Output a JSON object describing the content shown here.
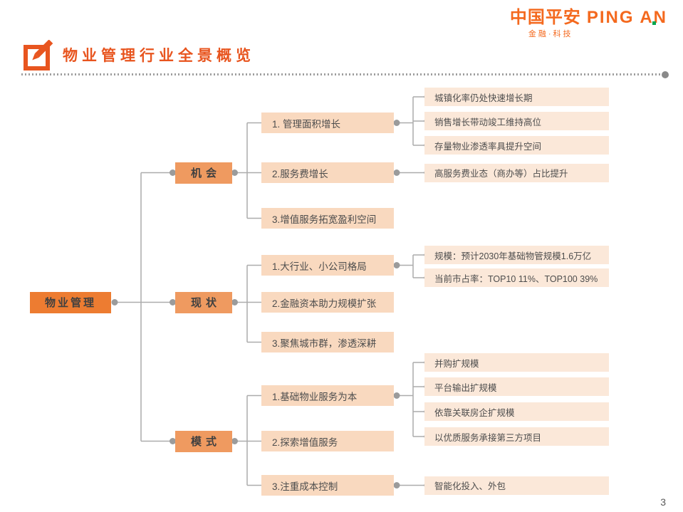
{
  "logo": {
    "zh": "中国平安",
    "en": "PING AN",
    "tagline": "金融·科技"
  },
  "header": {
    "title": "物业管理行业全景概览"
  },
  "footer": {
    "page_number": "3"
  },
  "colors": {
    "accent_orange": "#ed7c31",
    "branch_orange": "#ef9a60",
    "item_peach": "#f9d9bf",
    "leaf_peach": "#fbe8d9",
    "title_orange": "#e8551f",
    "logo_orange": "#f4691e",
    "logo_green": "#00a64f",
    "connector_gray": "#acacac",
    "text_gray": "#4d4d4d"
  },
  "tree": {
    "root_label": "物业管理",
    "branches": [
      {
        "label": "机会",
        "children": [
          {
            "label": "1. 管理面积增长",
            "leaves": [
              "城镇化率仍处快速增长期",
              "销售增长带动竣工维持高位",
              "存量物业渗透率具提升空间"
            ]
          },
          {
            "label": "2.服务费增长",
            "leaves": [
              "高服务费业态（商办等）占比提升"
            ]
          },
          {
            "label": "3.增值服务拓宽盈利空间",
            "leaves": []
          }
        ]
      },
      {
        "label": "现状",
        "children": [
          {
            "label": "1.大行业、小公司格局",
            "leaves": [
              "规模：预计2030年基础物管规模1.6万亿",
              "当前市占率：TOP10 11%、TOP100 39%"
            ]
          },
          {
            "label": "2.金融资本助力规模扩张",
            "leaves": []
          },
          {
            "label": "3.聚焦城市群，渗透深耕",
            "leaves": []
          }
        ]
      },
      {
        "label": "模式",
        "children": [
          {
            "label": "1.基础物业服务为本",
            "leaves": [
              "并购扩规模",
              "平台输出扩规模",
              "依靠关联房企扩规模",
              "以优质服务承接第三方项目"
            ]
          },
          {
            "label": "2.探索增值服务",
            "leaves": []
          },
          {
            "label": "3.注重成本控制",
            "leaves": [
              "智能化投入、外包"
            ]
          }
        ]
      }
    ]
  }
}
